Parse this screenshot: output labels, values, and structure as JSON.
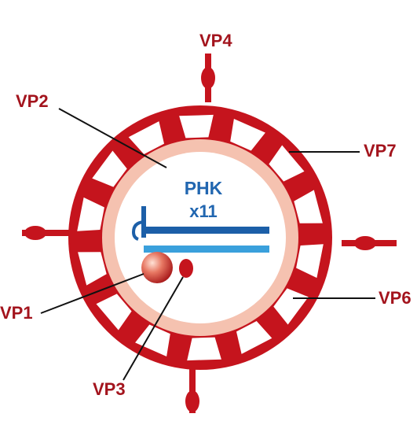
{
  "labels": {
    "vp1": "VP1",
    "vp2": "VP2",
    "vp3": "VP3",
    "vp4": "VP4",
    "vp6": "VP6",
    "vp7": "VP7"
  },
  "genome": {
    "name": "PHK",
    "copies": "x11"
  },
  "colors": {
    "capsid_red": "#c5141d",
    "inner_layer": "#f5c2b0",
    "genome_dark_blue": "#1c5fa8",
    "genome_light_blue": "#3aa0dc",
    "label_red": "#a3141d",
    "genome_text": "#2166b0"
  }
}
